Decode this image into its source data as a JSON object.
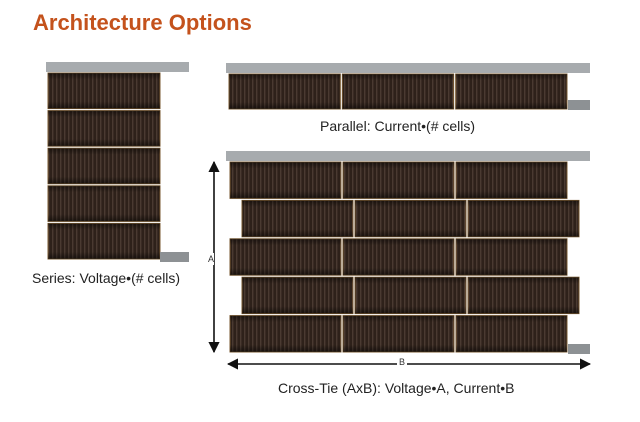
{
  "title": "Architecture Options",
  "series": {
    "caption": "Series: Voltage•(# cells)",
    "cells": 5
  },
  "parallel": {
    "caption": "Parallel: Current•(# cells)",
    "cells": 3
  },
  "crosstie": {
    "caption": "Cross-Tie (AxB): Voltage•A, Current•B",
    "rows": 5,
    "columns": 3,
    "dimension_a": "A",
    "dimension_b": "B"
  },
  "colors": {
    "title": "#c4521c",
    "bus_bar": "#a7abae",
    "cell_dark": "#2a1d17",
    "cell_light": "#4b3a30",
    "cell_border": "#7a5a32",
    "tab": "#8d9194"
  }
}
